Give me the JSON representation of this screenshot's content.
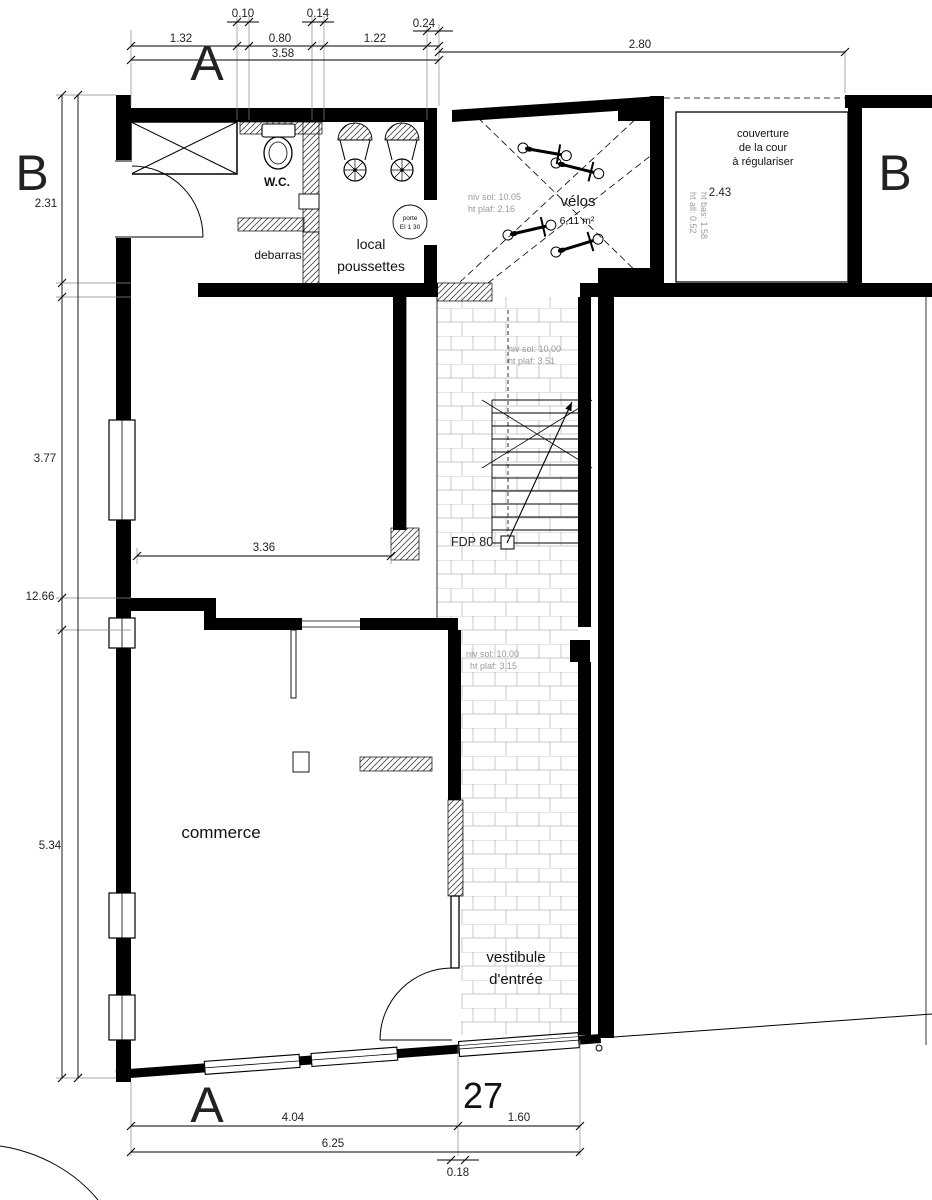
{
  "section_markers": {
    "a_top": "A",
    "a_bottom": "A",
    "b_left": "B",
    "b_right": "B"
  },
  "rooms": {
    "wc": "W.C.",
    "debarras": "debarras",
    "local_poussettes_line1": "local",
    "local_poussettes_line2": "poussettes",
    "velos": "vélos",
    "velos_area": "6,11 m²",
    "commerce": "commerce",
    "vestibule_line1": "vestibule",
    "vestibule_line2": "d'entrée",
    "couverture_line1": "couverture",
    "couverture_line2": "de la cour",
    "couverture_line3": "à régulariser"
  },
  "annotations": {
    "fdp": "FDP 80",
    "porte_line1": "porte",
    "porte_line2": "EI 1 30",
    "velos_niv_sol": "niv sol: 10.05",
    "velos_ht_plaf": "ht plaf: 2.16",
    "stair_niv_sol": "niv sol: 10.00",
    "stair_ht_plaf": "ht plaf: 3.51",
    "corridor_niv_sol": "niv sol: 10.00",
    "corridor_ht_plaf": "ht plaf: 3.15",
    "ht_bas": "ht bas: 1.58",
    "ht_all": "ht all: 0.52",
    "street_number": "27"
  },
  "dimensions": {
    "top": {
      "d010": "0.10",
      "d014": "0.14",
      "d024": "0.24",
      "d132": "1.32",
      "d080": "0.80",
      "d122": "1.22",
      "d358": "3.58",
      "d280": "2.80"
    },
    "left": {
      "d231": "2.31",
      "d377": "3.77",
      "d1266": "12.66",
      "d534": "5.34"
    },
    "right": {
      "d243": "2.43"
    },
    "interior": {
      "d336": "3.36"
    },
    "bottom": {
      "d404": "4.04",
      "d625": "6.25",
      "d160": "1.60",
      "d018": "0.18"
    }
  },
  "colors": {
    "wall": "#000000",
    "annotation_gray": "#9a9a9a",
    "tile_joint": "#c8c8c8"
  }
}
